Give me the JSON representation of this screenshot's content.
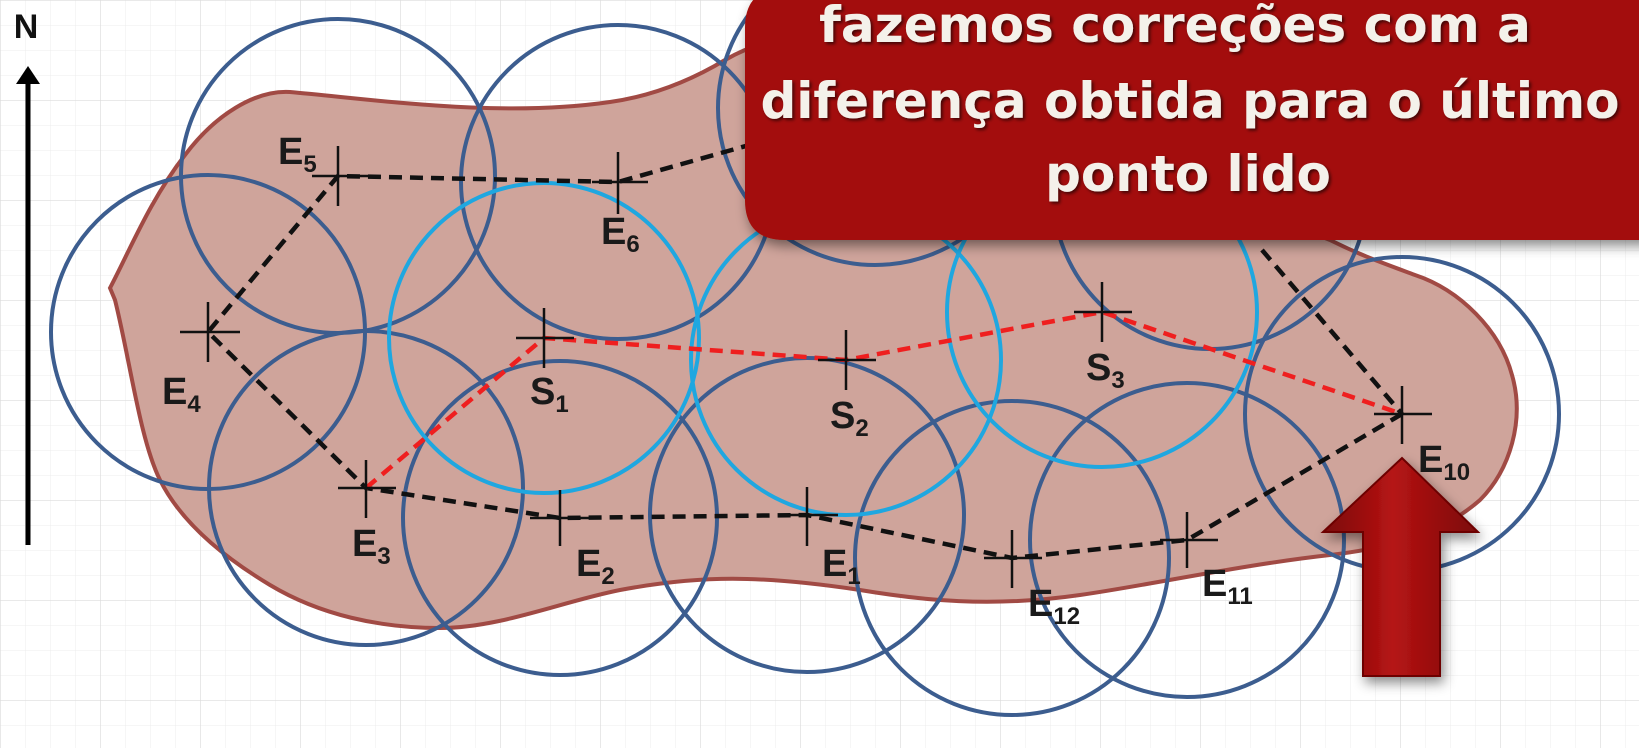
{
  "diagram": {
    "north_label": "N",
    "callout": {
      "lines": [
        "fazemos correções com a",
        "diferença obtida para o último",
        "ponto lido"
      ]
    },
    "stations": [
      {
        "id": "E5",
        "main": "E",
        "sub": "5"
      },
      {
        "id": "E6",
        "main": "E",
        "sub": "6"
      },
      {
        "id": "E4",
        "main": "E",
        "sub": "4"
      },
      {
        "id": "E3",
        "main": "E",
        "sub": "3"
      },
      {
        "id": "E2",
        "main": "E",
        "sub": "2"
      },
      {
        "id": "E1",
        "main": "E",
        "sub": "1"
      },
      {
        "id": "E12",
        "main": "E",
        "sub": "12"
      },
      {
        "id": "E11",
        "main": "E",
        "sub": "11"
      },
      {
        "id": "E10",
        "main": "E",
        "sub": "10"
      },
      {
        "id": "S1",
        "main": "S",
        "sub": "1"
      },
      {
        "id": "S2",
        "main": "S",
        "sub": "2"
      },
      {
        "id": "S3",
        "main": "S",
        "sub": "3"
      }
    ],
    "colors": {
      "region_fill": "#cfa49b",
      "region_stroke": "#a14a44",
      "range_circle": "#3c5d8f",
      "intermediate_circle": "#1fa7e0",
      "traverse_line": "#111111",
      "intermediate_line": "#ef1f1f",
      "callout_fill": "#a30a07",
      "arrow_fill": "#a50c0c",
      "grid": "#e2e2e2"
    }
  }
}
